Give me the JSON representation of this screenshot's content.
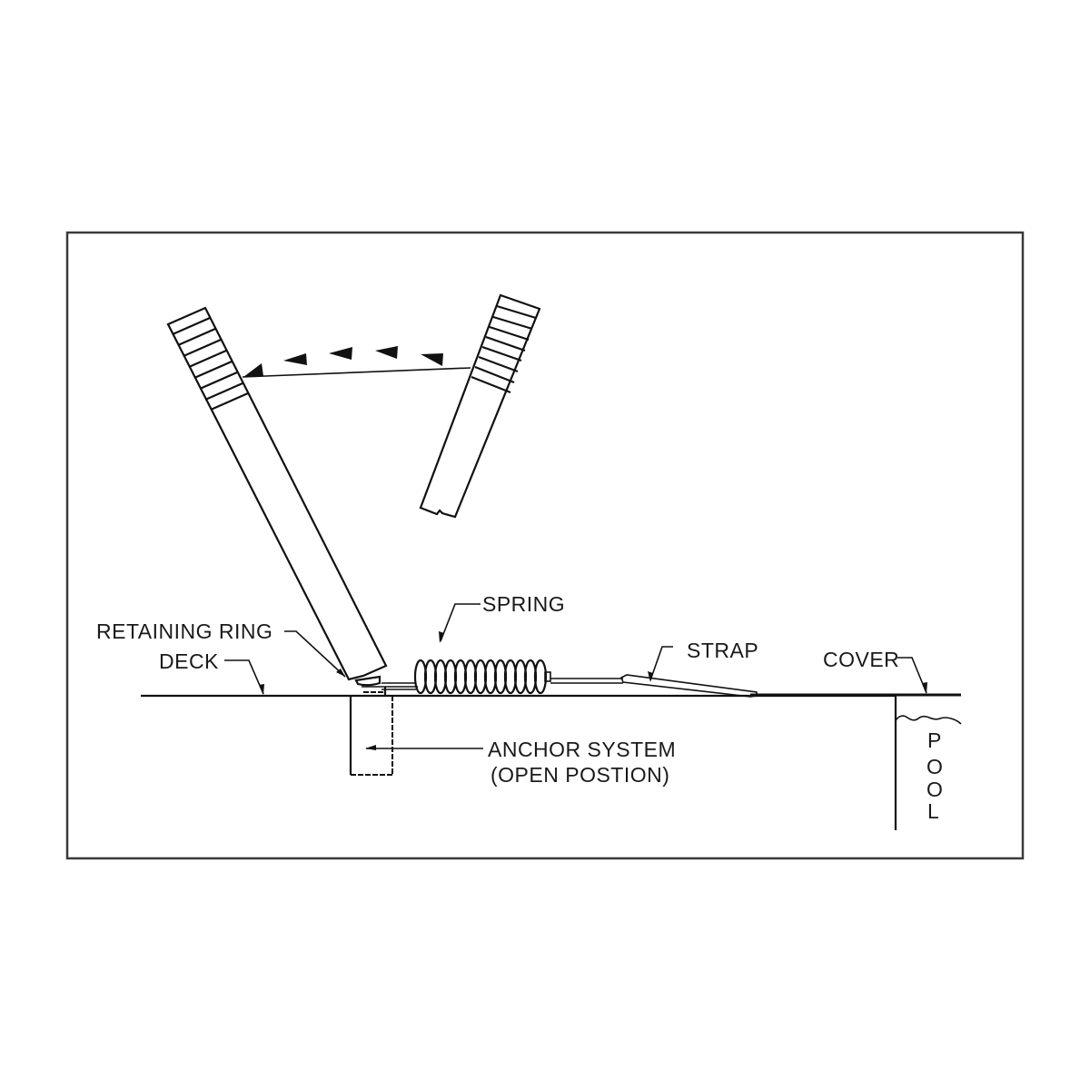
{
  "diagram": {
    "title": "Safety cover anchor installation diagram",
    "labels": {
      "retaining_ring": "RETAINING RING",
      "deck": "DECK",
      "spring": "SPRING",
      "strap": "STRAP",
      "cover": "COVER",
      "anchor_line1": "ANCHOR SYSTEM",
      "anchor_line2": "(OPEN POSTION)",
      "pool": [
        "P",
        "O",
        "O",
        "L"
      ]
    },
    "elements": {
      "installation_rod_left": "installation-rod",
      "installation_rod_right": "installation-rod-moved",
      "motion_arrows": 4,
      "rod_stripes": 8
    },
    "colors": {
      "line": "#111111",
      "frame": "#3a3a3a",
      "background": "#ffffff"
    }
  }
}
